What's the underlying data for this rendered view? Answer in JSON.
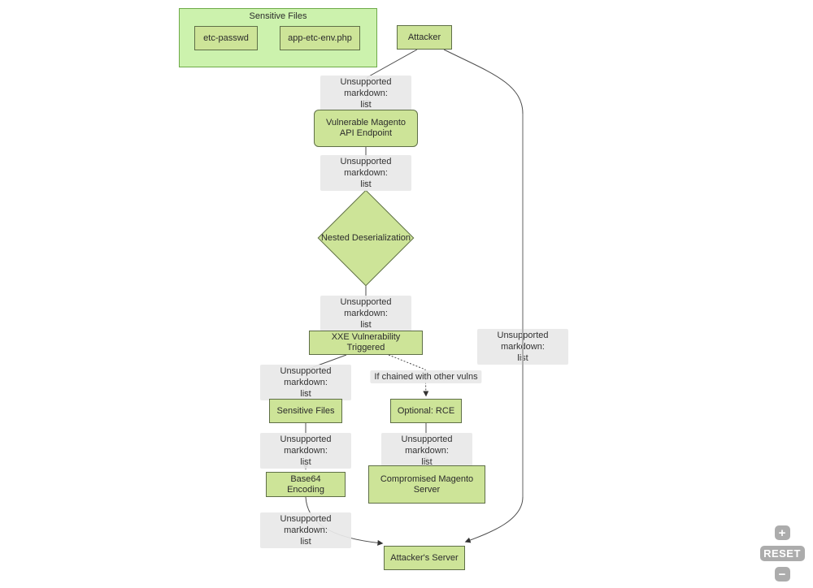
{
  "diagram": {
    "cluster": {
      "title": "Sensitive Files",
      "node_etc_passwd": "etc-passwd",
      "node_app_env": "app-etc-env.php"
    },
    "nodes": {
      "attacker": "Attacker",
      "vulnerable_api": "Vulnerable Magento API Endpoint",
      "nested_deserialization": "Nested Deserialization",
      "xxe_triggered": "XXE Vulnerability Triggered",
      "sensitive_files": "Sensitive Files",
      "optional_rce": "Optional: RCE",
      "base64_encoding": "Base64 Encoding",
      "compromised_server": "Compromised Magento Server",
      "attackers_server": "Attacker's Server"
    },
    "edge_labels": {
      "unsupported_line1": "Unsupported markdown:",
      "unsupported_line2": "list",
      "chained": "If chained with other vulns"
    },
    "colors": {
      "node_fill": "#cde498",
      "node_border": "#5f6f47",
      "cluster_fill": "#ccf2ad",
      "cluster_border": "#6eaa49",
      "edge_label_bg": "#e8e8e8",
      "edge_line": "#4d4d4d",
      "control_bg": "#a5a5a5"
    }
  },
  "controls": {
    "zoom_in_label": "+",
    "reset_label": "RESET",
    "zoom_out_label": "−"
  }
}
